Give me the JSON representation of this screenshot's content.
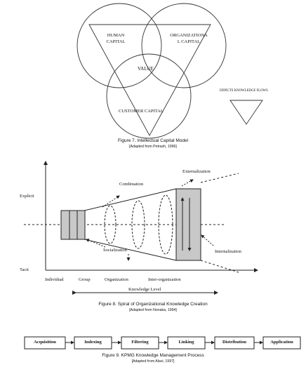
{
  "figure7": {
    "circle_labels": {
      "human_line1": "HUMAN",
      "human_line2": "CAPITAL",
      "org_line1": "ORGANIZATIONA",
      "org_line2": "L CAPITAL",
      "value": "VALUE",
      "customer": "CUSTOMER CAPITAL"
    },
    "legend_label": "DEPICTS KNOWLEDGE FLOWS",
    "caption": "Figure 7.  Intellectual Capital Model",
    "source": "[Adapted from Petrash, 1996]"
  },
  "figure8": {
    "axis_labels": {
      "explicit": "Explicit",
      "tacit": "Tacit",
      "knowledge_level": "Knowledge Level"
    },
    "levels": [
      "Individual",
      "Group",
      "Organization",
      "Inter-organization"
    ],
    "processes": {
      "combination": "Combination",
      "externalization": "Externalization",
      "socialization": "Socialization",
      "internalization": "Internalization"
    },
    "caption": "Figure 8.  Spiral of Organizational Knowledge Creation",
    "source": "[Adapted from Nonaka, 1994]"
  },
  "figure9": {
    "steps": [
      "Acquisition",
      "Indexing",
      "Filtering",
      "Linking",
      "Distribution",
      "Application"
    ],
    "caption": "Figure 9.  KPMG Knowledge Management Process",
    "source": "[Adapted from Alavi, 1997]"
  },
  "colors": {
    "ink": "#222222",
    "shaded_box": "#c8c8c8"
  }
}
